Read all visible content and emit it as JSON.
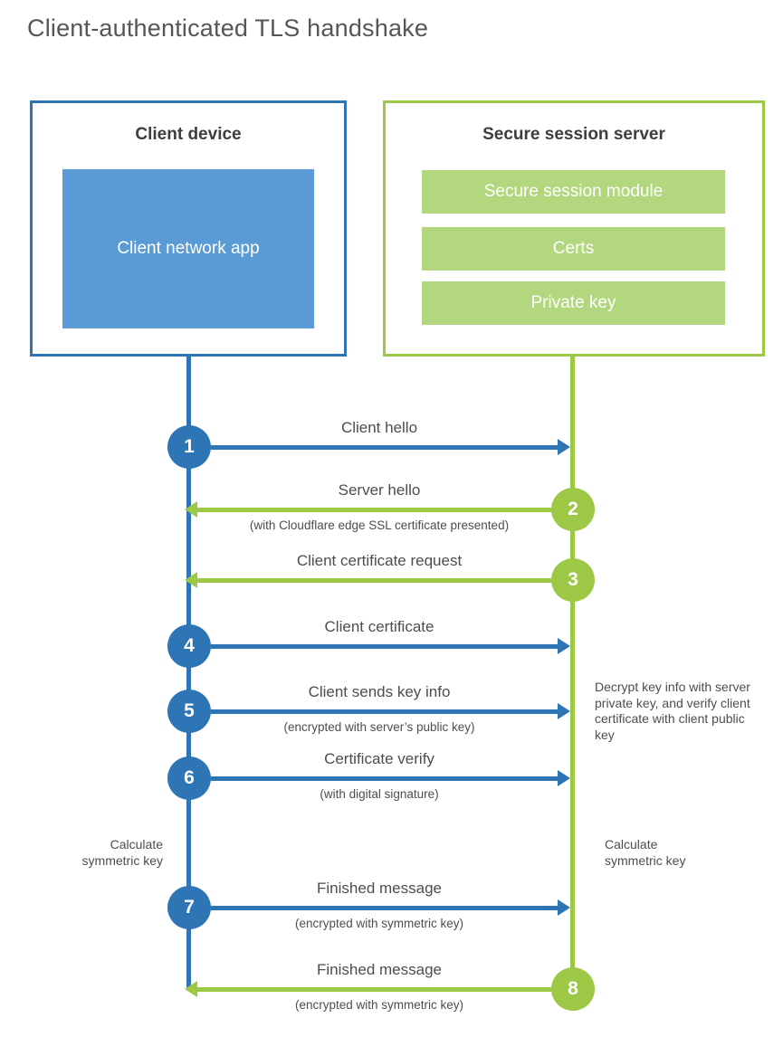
{
  "title": "Client-authenticated TLS handshake",
  "colors": {
    "blue": "#2e75b6",
    "blue_fill": "#5b9bd5",
    "green": "#9cc845",
    "green_fill": "#b2d77e"
  },
  "client_box": {
    "title": "Client device",
    "module": "Client network app"
  },
  "server_box": {
    "title": "Secure session server",
    "modules": [
      "Secure session module",
      "Certs",
      "Private key"
    ]
  },
  "steps": [
    {
      "num": "1",
      "from": "client",
      "label": "Client hello",
      "sublabel": ""
    },
    {
      "num": "2",
      "from": "server",
      "label": "Server hello",
      "sublabel": "(with Cloudflare edge SSL certificate presented)"
    },
    {
      "num": "3",
      "from": "server",
      "label": "Client certificate request",
      "sublabel": ""
    },
    {
      "num": "4",
      "from": "client",
      "label": "Client certificate",
      "sublabel": ""
    },
    {
      "num": "5",
      "from": "client",
      "label": "Client sends key info",
      "sublabel": "(encrypted with server’s public key)"
    },
    {
      "num": "6",
      "from": "client",
      "label": "Certificate verify",
      "sublabel": "(with digital signature)"
    },
    {
      "num": "7",
      "from": "client",
      "label": "Finished message",
      "sublabel": "(encrypted with symmetric key)"
    },
    {
      "num": "8",
      "from": "server",
      "label": "Finished message",
      "sublabel": "(encrypted with symmetric key)"
    }
  ],
  "notes": {
    "decrypt_note": "Decrypt key info with server private key, and verify client certificate with client public key",
    "calc_left": "Calculate symmetric key",
    "calc_right": "Calculate symmetric key"
  }
}
